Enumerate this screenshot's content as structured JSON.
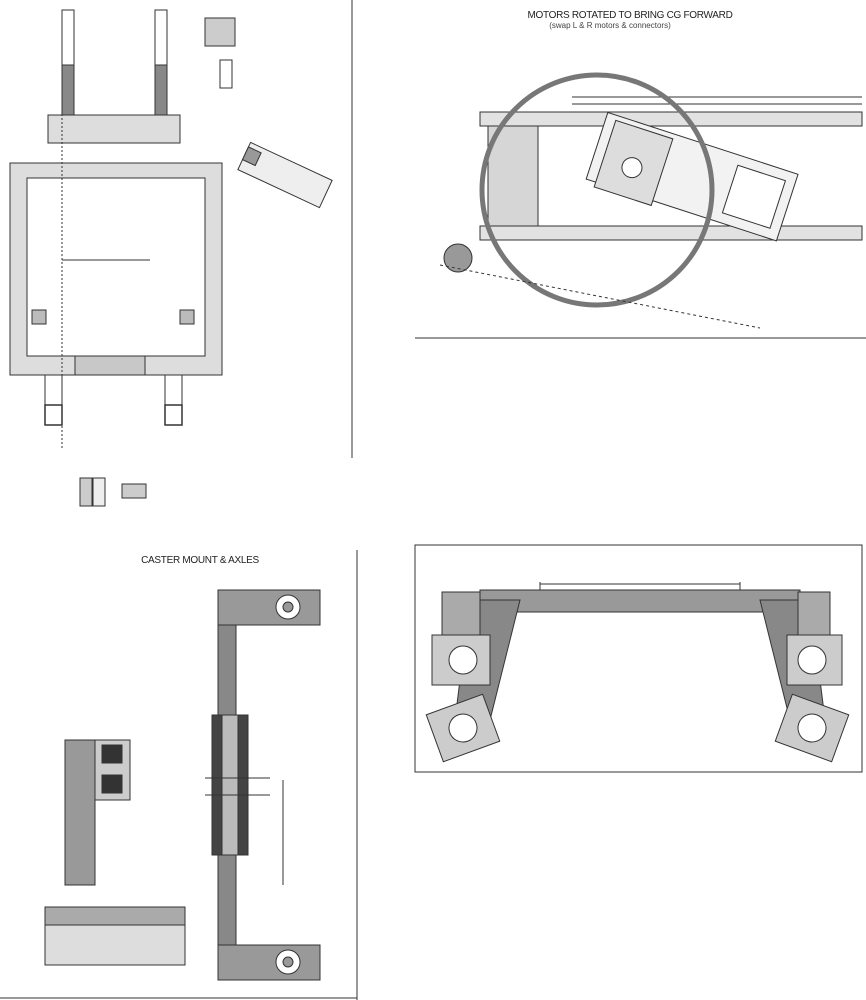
{
  "panels": {
    "motors": {
      "title": "MOTORS ROTATED TO BRING CG FORWARD",
      "subtitle": "(swap L & R motors & connectors)"
    },
    "caster": {
      "title": "CASTER MOUNT & AXLES"
    }
  },
  "colors": {
    "line": "#333333",
    "fill_light": "#d8d8d8",
    "fill_mid": "#9a9a9a",
    "fill_dark": "#555555"
  }
}
